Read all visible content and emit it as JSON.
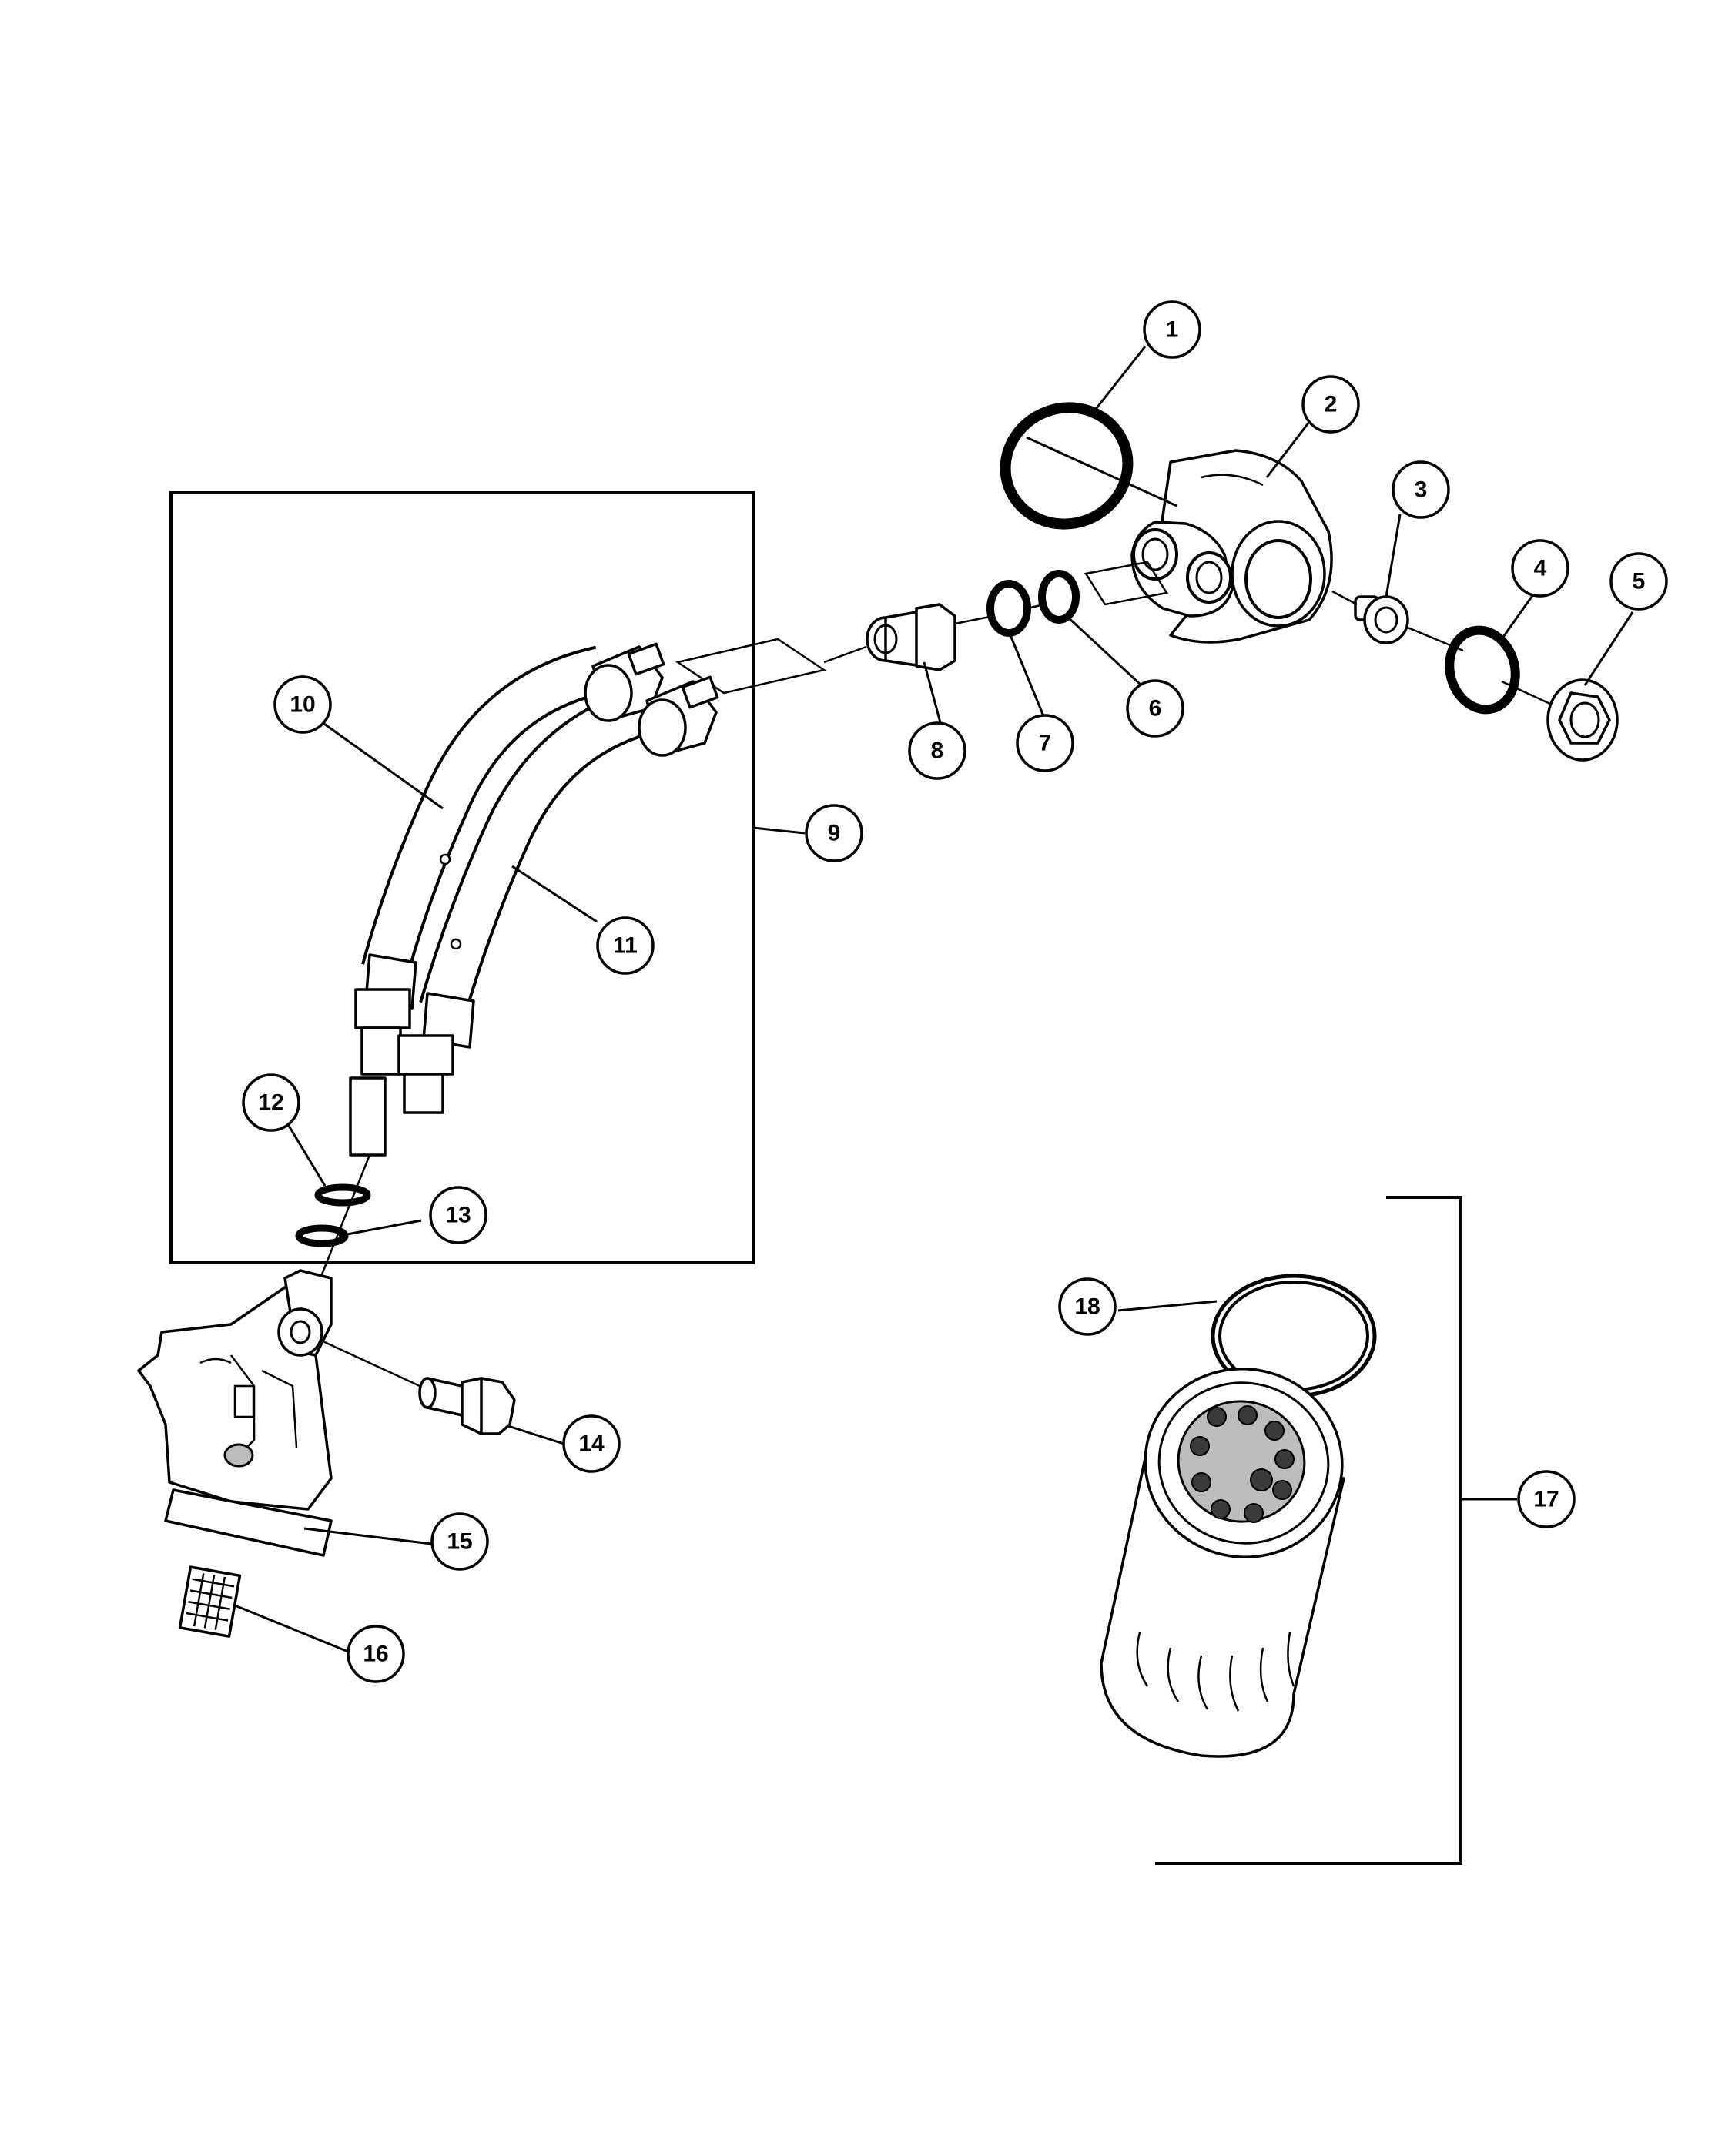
{
  "diagram": {
    "callouts": [
      {
        "id": "1",
        "label": "1"
      },
      {
        "id": "2",
        "label": "2"
      },
      {
        "id": "3",
        "label": "3"
      },
      {
        "id": "4",
        "label": "4"
      },
      {
        "id": "5",
        "label": "5"
      },
      {
        "id": "6",
        "label": "6"
      },
      {
        "id": "7",
        "label": "7"
      },
      {
        "id": "8",
        "label": "8"
      },
      {
        "id": "9",
        "label": "9"
      },
      {
        "id": "10",
        "label": "10"
      },
      {
        "id": "11",
        "label": "11"
      },
      {
        "id": "12",
        "label": "12"
      },
      {
        "id": "13",
        "label": "13"
      },
      {
        "id": "14",
        "label": "14"
      },
      {
        "id": "15",
        "label": "15"
      },
      {
        "id": "16",
        "label": "16"
      },
      {
        "id": "17",
        "label": "17"
      },
      {
        "id": "18",
        "label": "18"
      }
    ]
  }
}
